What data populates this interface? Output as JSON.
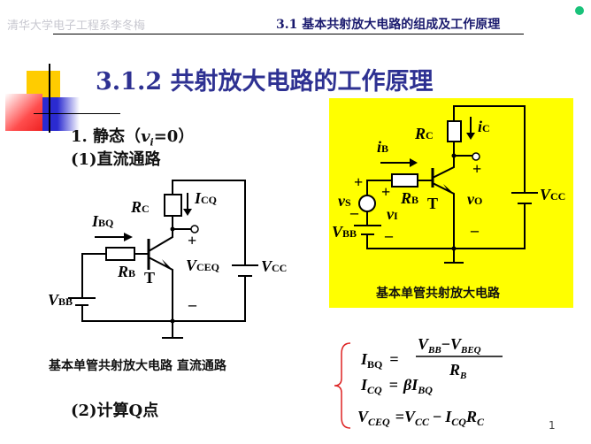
{
  "header": {
    "author": "清华大学电子工程系李冬梅",
    "section": "3.1  基本共射放大电路的组成及工作原理"
  },
  "title": "3.1.2  共射放大电路的工作原理",
  "static_heading": {
    "prefix": "1. 静态（",
    "var": "v",
    "sub": "i",
    "suffix": "=0）"
  },
  "dc_path_heading": "(1)直流通路",
  "calc_heading": "(2)计算Q点",
  "left_circuit": {
    "caption": "基本单管共射放大电路  直流通路",
    "RC": "R",
    "RC_sub": "C",
    "ICQ": "I",
    "ICQ_sub": "CQ",
    "IBQ": "I",
    "IBQ_sub": "BQ",
    "RB": "R",
    "RB_sub": "B",
    "T": "T",
    "VCEQ": "V",
    "VCEQ_sub": "CEQ",
    "VCC": "V",
    "VCC_sub": "CC",
    "VBB": "V",
    "VBB_sub": "BB",
    "plus": "+",
    "minus": "–"
  },
  "right_circuit": {
    "caption": "基本单管共射放大电路",
    "RC": "R",
    "RC_sub": "C",
    "iC": "i",
    "iC_sub": "C",
    "iB": "i",
    "iB_sub": "B",
    "RB": "R",
    "RB_sub": "B",
    "T": "T",
    "vO": "v",
    "vO_sub": "O",
    "vS": "v",
    "vS_sub": "S",
    "vI": "v",
    "vI_sub": "I",
    "VCC": "V",
    "VCC_sub": "CC",
    "VBB": "V",
    "VBB_sub": "BB",
    "plus": "+",
    "minus": "–",
    "bg_color": "#ffff00"
  },
  "formulas": {
    "f1": {
      "lhs": "I",
      "lhs_sub": "BQ",
      "eq": "=",
      "num_a": "V",
      "num_a_sub": "BB",
      "minus": "−",
      "num_b": "V",
      "num_b_sub": "BEQ",
      "den": "R",
      "den_sub": "B"
    },
    "f2": {
      "lhs": "I",
      "lhs_sub": "CQ",
      "eq": "=",
      "beta": "β",
      "rhs": "I",
      "rhs_sub": "BQ"
    },
    "f3": {
      "lhs": "V",
      "lhs_sub": "CEQ",
      "eq": "=",
      "a": "V",
      "a_sub": "CC",
      "minus": "−",
      "b": "I",
      "b_sub": "CQ",
      "c": "R",
      "c_sub": "C"
    }
  },
  "page_number": "1"
}
